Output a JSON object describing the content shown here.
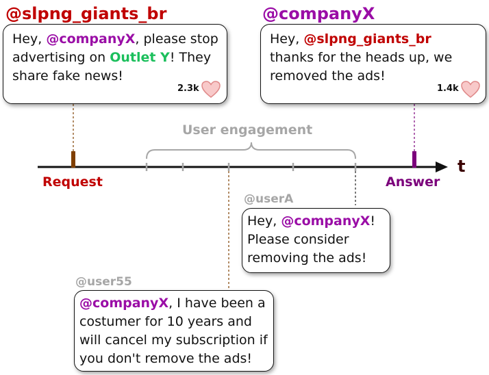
{
  "request_tweet": {
    "author": "@slpng_giants_br",
    "text_prefix": "Hey, ",
    "mention": "@companyX",
    "text_mid": ", please stop advertising on ",
    "outlet": "Outlet Y",
    "text_suffix": "! They share fake news!",
    "likes": "2.3k"
  },
  "answer_tweet": {
    "author": "@companyX",
    "text_prefix": "Hey, ",
    "mention": "@slpng_giants_br",
    "text_suffix": " thanks for the heads up, we removed the ads!",
    "likes": "1.4k"
  },
  "timeline": {
    "axis_label": "t",
    "request_label": "Request",
    "answer_label": "Answer",
    "engagement_label": "User engagement"
  },
  "usera_tweet": {
    "author": "@userA",
    "text_prefix": "Hey, ",
    "mention": "@companyX",
    "text_suffix": "! Please consider removing the ads!"
  },
  "user55_tweet": {
    "author": "@user55",
    "mention": "@companyX",
    "text_suffix": ", I have been a costumer for 10 years and will cancel my subscription if you don't remove the ads!"
  },
  "colors": {
    "request": "#c00000",
    "request_tick": "#7f3f00",
    "answer": "#7b007b",
    "mention": "#9a0da6",
    "outlet": "#1bbf5c",
    "engagement": "#a6a6a6",
    "heart_fill": "#f8c9c9",
    "heart_stroke": "#e08a8a"
  }
}
